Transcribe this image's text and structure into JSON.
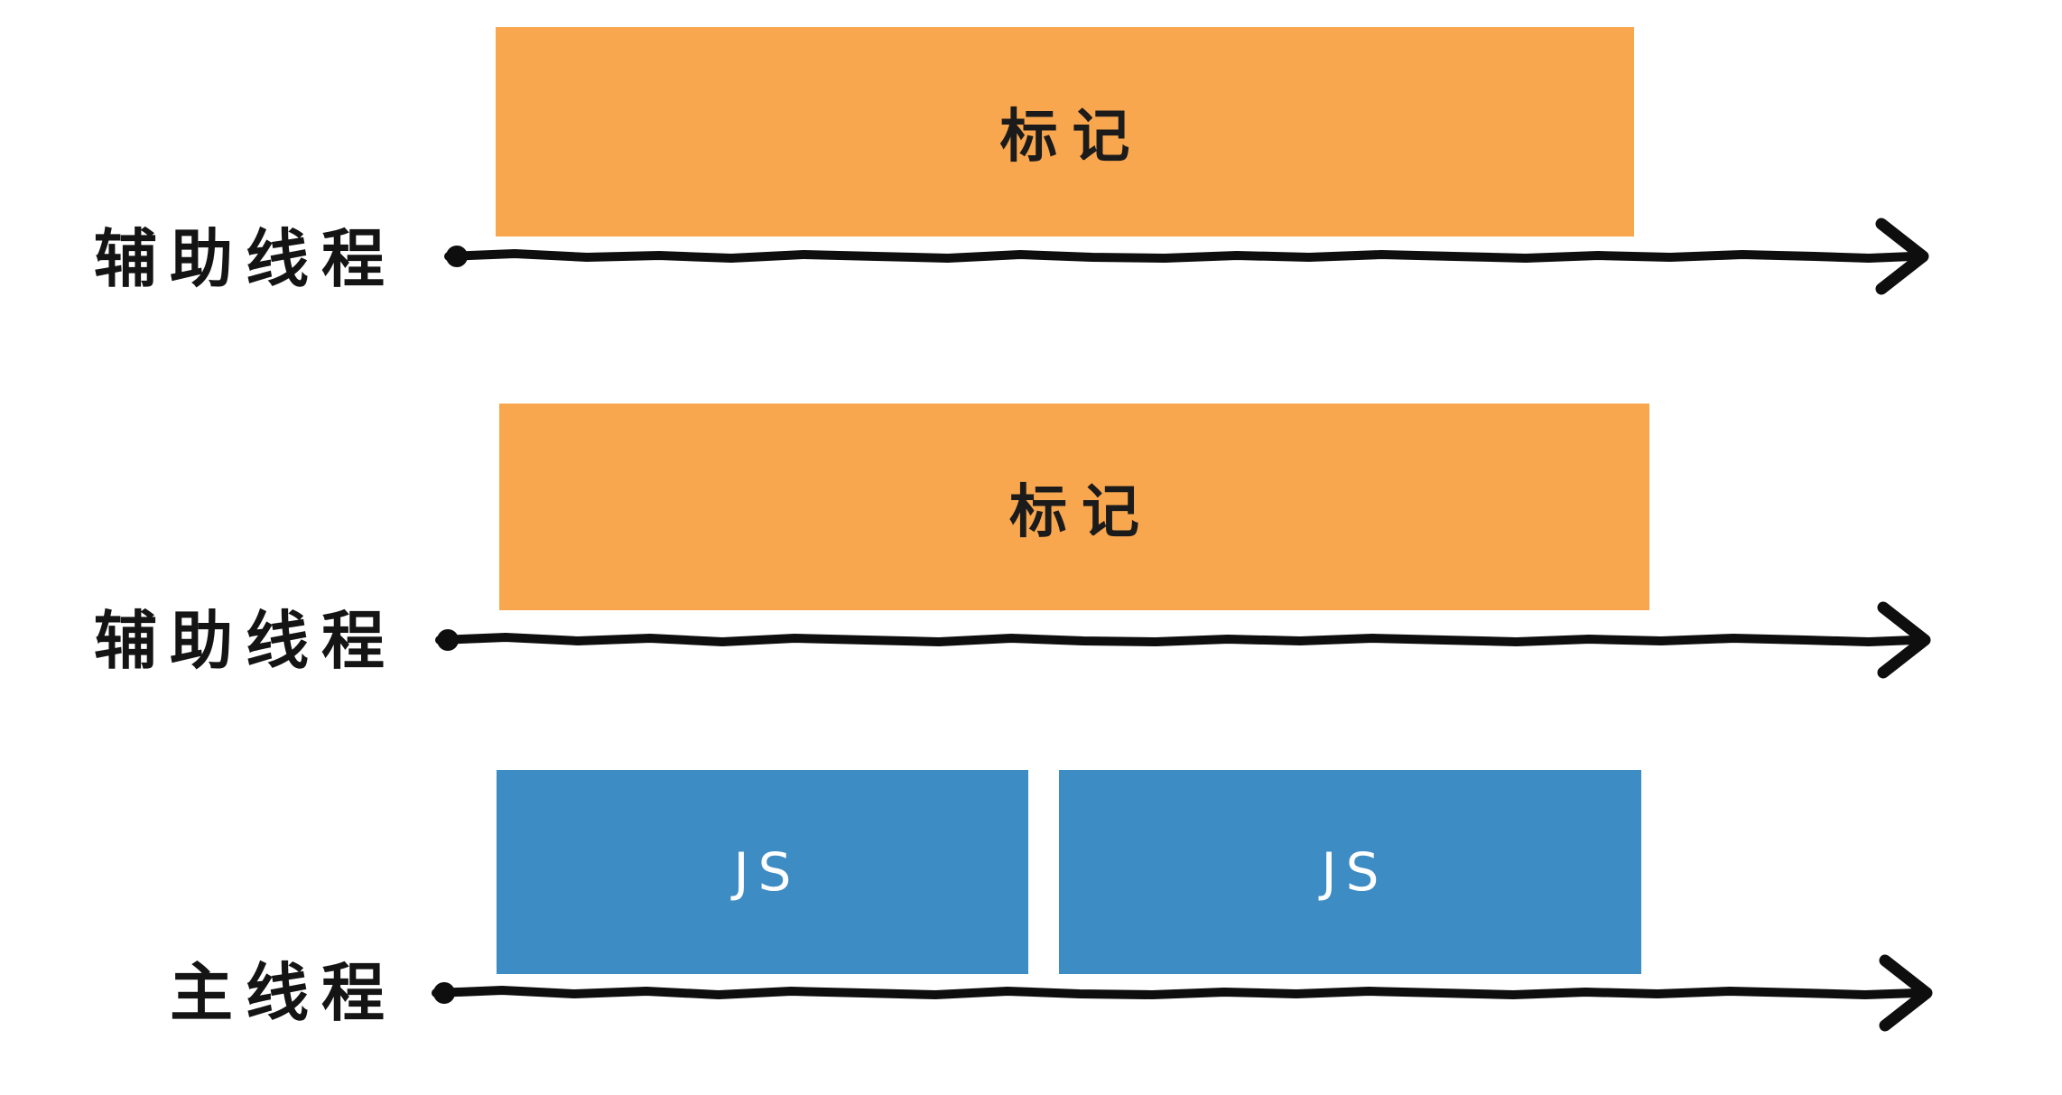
{
  "diagram": {
    "description": "Hand-drawn timeline diagram of threads: two helper threads doing marking, main thread running JS",
    "rows": [
      {
        "label": "辅助线程",
        "bars": [
          {
            "label": "标记",
            "color_key": "bar_orange"
          }
        ]
      },
      {
        "label": "辅助线程",
        "bars": [
          {
            "label": "标记",
            "color_key": "bar_orange"
          }
        ]
      },
      {
        "label": "主线程",
        "bars": [
          {
            "label": "JS",
            "color_key": "bar_blue"
          },
          {
            "label": "JS",
            "color_key": "bar_blue"
          }
        ]
      }
    ]
  },
  "colors": {
    "background": "#FFFFFF",
    "bar_orange": "#F9A74E",
    "bar_blue": "#3E8CC4",
    "bar_text_dark": "#1B1B1B",
    "bar_text_light": "#FFFFFF",
    "label_text": "#141414",
    "arrow_line": "#0E0E0E"
  }
}
